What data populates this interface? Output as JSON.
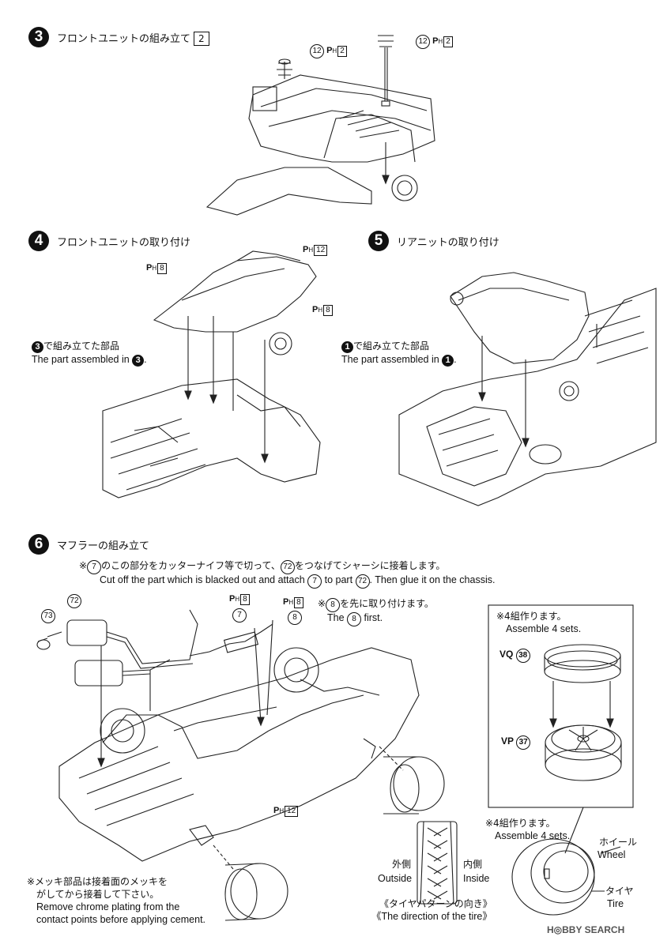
{
  "step3": {
    "num": "3",
    "title": "フロントユニットの組み立て",
    "box": "2",
    "ph_a": {
      "part": "12",
      "p": "P",
      "h": "H",
      "n": "2"
    },
    "ph_b": {
      "part": "12",
      "p": "P",
      "h": "H",
      "n": "2"
    }
  },
  "step4": {
    "num": "4",
    "title": "フロントユニットの取り付け",
    "ph1": {
      "p": "P",
      "h": "H",
      "n": "12"
    },
    "ph2": {
      "p": "P",
      "h": "H",
      "n": "8"
    },
    "ph3": {
      "p": "P",
      "h": "H",
      "n": "8"
    },
    "note_jp_ref": "3",
    "note_jp": "で組み立てた部品",
    "note_en": "The part assembled in",
    "note_en_ref": "3",
    "note_en_end": "."
  },
  "step5": {
    "num": "5",
    "title": "リアニットの取り付け",
    "note_jp_ref": "1",
    "note_jp": "で組み立てた部品",
    "note_en": "The part assembled in",
    "note_en_ref": "1",
    "note_en_end": "."
  },
  "step6": {
    "num": "6",
    "title": "マフラーの組み立て",
    "note1_prefix": "※",
    "note1_p7": "7",
    "note1_jp_a": "のこの部分をカッターナイフ等で切って、",
    "note1_p72": "72",
    "note1_jp_b": "をつなげてシャーシに接着します。",
    "note1_en_a": "Cut off the part which is blacked out and attach",
    "note1_en_p7": "7",
    "note1_en_b": "to part",
    "note1_en_p72": "72",
    "note1_en_c": ". Then glue it on the chassis.",
    "note2_prefix": "※",
    "note2_p8": "8",
    "note2_jp": "を先に取り付けます。",
    "note2_en_a": "The",
    "note2_en_p8": "8",
    "note2_en_b": "first.",
    "parts": {
      "p73": "73",
      "p72": "72",
      "p7": "7",
      "p8": "8"
    },
    "ph_a": {
      "p": "P",
      "h": "H",
      "n": "8"
    },
    "ph_b": {
      "p": "P",
      "h": "H",
      "n": "8"
    },
    "ph_c": {
      "p": "P",
      "h": "H",
      "n": "12"
    },
    "box_note_jp": "※4組作ります。",
    "box_note_en": "Assemble 4 sets.",
    "vq": "VQ",
    "vq_part": "38",
    "vp": "VP",
    "vp_part": "37",
    "wheel_note_jp": "※4組作ります。",
    "wheel_note_en": "Assemble 4 sets.",
    "wheel_jp": "ホイール",
    "wheel_en": "Wheel",
    "tire_jp": "タイヤ",
    "tire_en": "Tire",
    "outside_jp": "外側",
    "outside_en": "Outside",
    "inside_jp": "内側",
    "inside_en": "Inside",
    "direction_jp": "《タイヤパターンの向き》",
    "direction_en": "《The direction of the tire》",
    "chrome_jp1": "※メッキ部品は接着面のメッキを",
    "chrome_jp2": "がしてから接着して下さい。",
    "chrome_en1": "Remove chrome plating from the",
    "chrome_en2": "contact points before applying cement."
  },
  "watermark": "H◎BBY SEARCH"
}
